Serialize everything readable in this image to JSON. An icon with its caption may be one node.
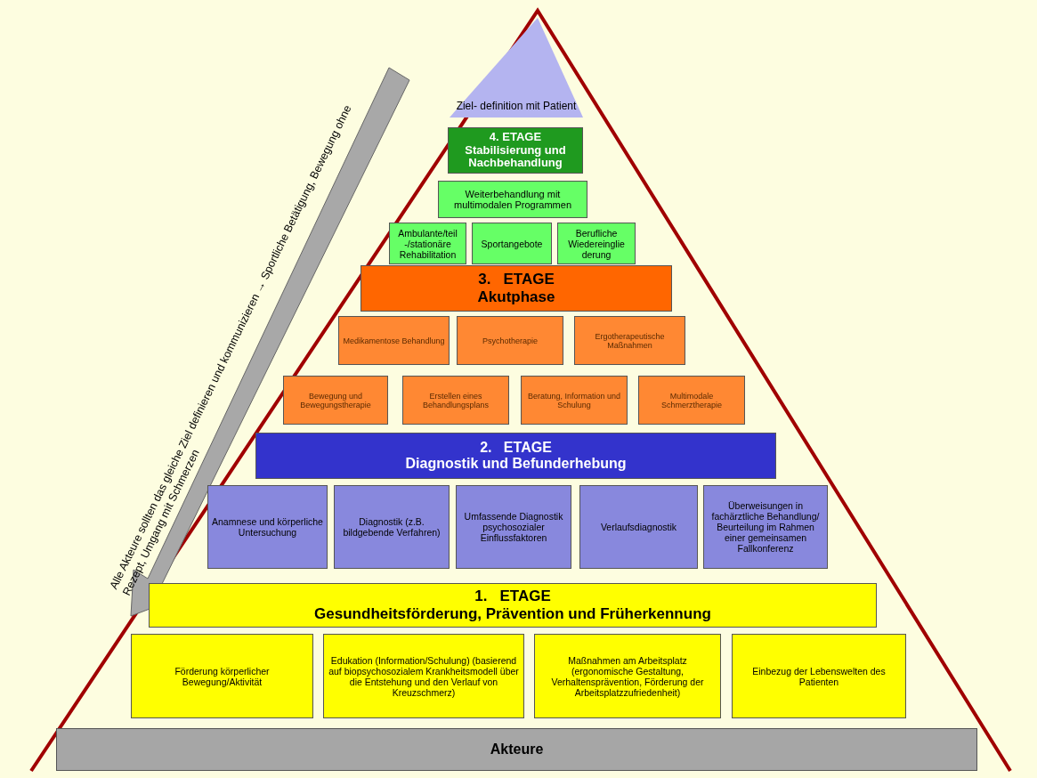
{
  "diagram": {
    "nodes": [
      {
        "text": [
          "Ziel- definition mit Patient"
        ]
      },
      {
        "text": [
          "4. ETAGE",
          "Stabilisierung und Nachbehandlung"
        ]
      },
      {
        "text": [
          "Weiterbehandlung mit multimodalen Programmen"
        ]
      },
      {
        "text": [
          "Ambulante/teil -/stationäre Rehabilitation"
        ]
      },
      {
        "text": [
          "Sportangebote"
        ]
      },
      {
        "text": [
          "Berufliche Wiedereinglie derung"
        ]
      },
      {
        "text": [
          "3.   ETAGE",
          "Akutphase"
        ]
      },
      {
        "text": [
          "Medikamentose Behandlung"
        ]
      },
      {
        "text": [
          "Psychotherapie"
        ]
      },
      {
        "text": [
          "Ergotherapeutische Maßnahmen"
        ]
      },
      {
        "text": [
          "Bewegung und Bewegungstherapie"
        ]
      },
      {
        "text": [
          "Erstellen eines Behandlungsplans"
        ]
      },
      {
        "text": [
          "Beratung, Information und Schulung"
        ]
      },
      {
        "text": [
          "Multimodale Schmerztherapie"
        ]
      },
      {
        "text": [
          "2.   ETAGE",
          "Diagnostik und Befunderhebung"
        ]
      },
      {
        "text": [
          "Anamnese und körperliche Untersuchung"
        ]
      },
      {
        "text": [
          "Diagnostik (z.B. bildgebende Verfahren)"
        ]
      },
      {
        "text": [
          "Umfassende Diagnostik psychosozialer Einflussfaktoren"
        ]
      },
      {
        "text": [
          "Verlaufsdiagnostik"
        ]
      },
      {
        "text": [
          "Überweisungen in fachärztliche Behandlung/ Beurteilung im Rahmen einer gemeinsamen Fallkonferenz"
        ]
      },
      {
        "text": [
          "1.   ETAGE",
          "Gesundheitsförderung, Prävention und Früherkennung"
        ]
      },
      {
        "text": [
          "Förderung körperlicher Bewegung/Aktivität"
        ]
      },
      {
        "text": [
          "Edukation (Information/Schulung) (basierend auf biopsychosozialem Krankheitsmodell über die Entstehung und den Verlauf von Kreuzschmerz)"
        ]
      },
      {
        "text": [
          "Maßnahmen am Arbeitsplatz (ergonomische Gestaltung, Verhaltensprävention, Förderung der Arbeitsplatzzufriedenheit)"
        ]
      },
      {
        "text": [
          "Einbezug der Lebenswelten des Patienten"
        ]
      },
      {
        "text": [
          "Akteure"
        ]
      }
    ],
    "labels": [
      "Alle Akteure sollten das gleiche Ziel definieren und kommunizieren → Sportliche Betätigung, Bewegung ohne Rezept, Umgang mit Schmerzen"
    ]
  }
}
